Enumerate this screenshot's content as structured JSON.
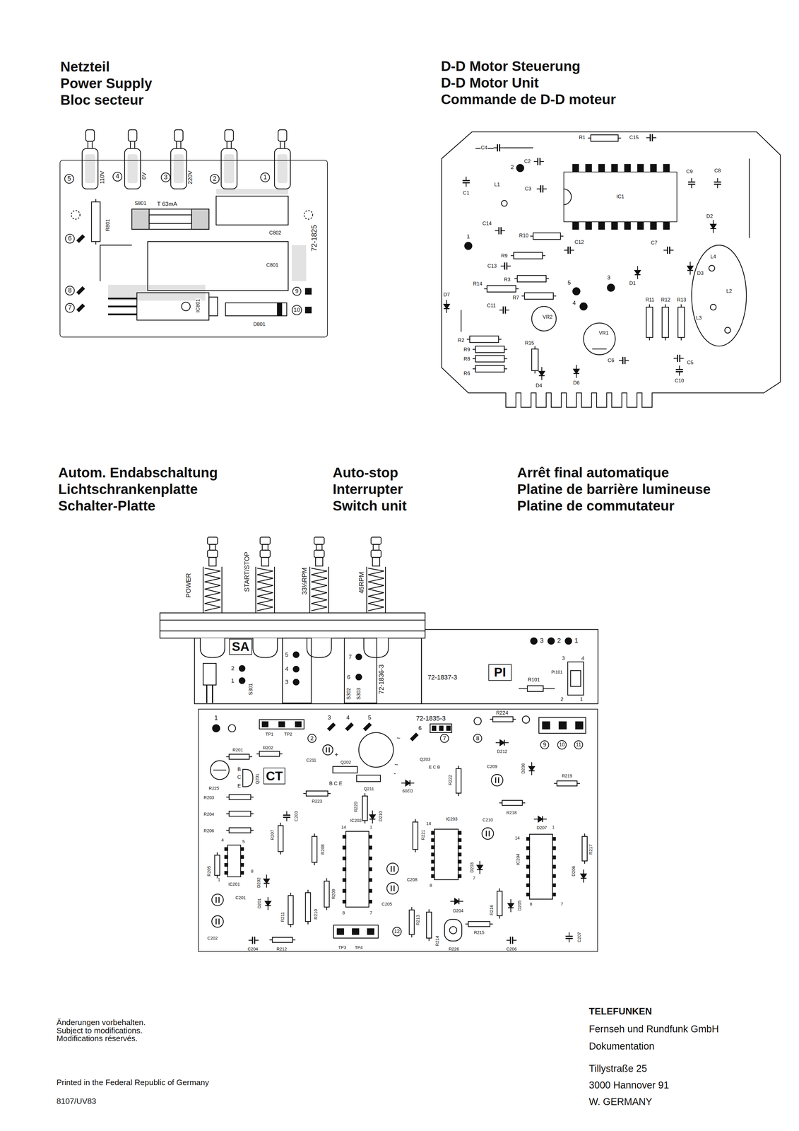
{
  "diagram": {
    "nodes": [
      {
        "text": [
          "Netzteil",
          "Power Supply",
          "Bloc secteur"
        ]
      },
      {
        "text": [
          "D-D Motor Steuerung",
          "D-D Motor Unit",
          "Commande de D-D moteur"
        ]
      },
      {
        "text": [
          "IC1"
        ],
        "in": 1
      },
      {
        "text": [
          "Autom. Endabschaltung",
          "Lichtschrankenplatte",
          "Schalter-Platte",
          "Auto-stop",
          "Interrupter",
          "Switch unit",
          "Arrêt final automatique",
          "Platine de barrière lumineuse",
          "Platine de commutateur"
        ]
      },
      {
        "text": [
          "SA"
        ]
      },
      {
        "text": [
          "PI"
        ]
      },
      {
        "text": [
          "CT"
        ],
        "in": 3
      }
    ],
    "labels": [
      "5",
      "110V",
      "4",
      "0V",
      "3",
      "220V",
      "2",
      "1",
      "R801",
      "S801",
      "T 63mA",
      "C802",
      "72-1825",
      "6",
      "C801",
      "8",
      "9",
      "IC801",
      "7",
      "10",
      "D801",
      "C4",
      "R1",
      "C15",
      "C2",
      "2",
      "C1",
      "L1",
      "C3",
      "C9",
      "C8",
      "C14",
      "1",
      "R10",
      "C12",
      "D2",
      "C7",
      "R9",
      "L4",
      "C13",
      "D3",
      "R3",
      "5",
      "3",
      "D1",
      "R14",
      "L2",
      "D7",
      "R7",
      "4",
      "R11",
      "R12",
      "R13",
      "C11",
      "VR2",
      "L3",
      "VR1",
      "R2",
      "R15",
      "R9",
      "C6",
      "R8",
      "C5",
      "R6",
      "D4",
      "D6",
      "C10",
      "POWER",
      "START/STOP",
      "33⅓RPM",
      "45RPM",
      "3",
      "2",
      "1",
      "5",
      "7",
      "3",
      "4",
      "2",
      "4",
      "PI101",
      "72-1836-3",
      "6",
      "72-1837-3",
      "R101",
      "1",
      "3",
      "S301",
      "S302",
      "S303",
      "2",
      "1",
      "1",
      "3",
      "4",
      "5",
      "72-1835-3",
      "R224",
      "6",
      "TP1",
      "TP2",
      "2",
      "~",
      "7",
      "8",
      "9",
      "10",
      "11",
      "R201",
      "R202",
      "D212",
      "+",
      "C211",
      "Q202",
      "Q203",
      "~",
      "E C B",
      "C209",
      "D208",
      "B",
      "-",
      "R219",
      "C",
      "Q201",
      "R222",
      "B C E",
      "R225",
      "E",
      "Q211",
      "D209",
      "R203",
      "R223",
      "R220",
      "R218",
      "R204",
      "C203",
      "D210",
      "IC202",
      "IC203",
      "C210",
      "14",
      "14",
      "1",
      "D207",
      "1",
      "R206",
      "R207",
      "R221",
      "14",
      "4",
      "5",
      "R208",
      "R217",
      "IC204",
      "D203",
      "R205",
      "D206",
      "8",
      "7",
      "1",
      "C208",
      "IC201",
      "D202",
      "8",
      "R209",
      "C201",
      "D201",
      "C205",
      "8",
      "7",
      "D205",
      "R216",
      "D204",
      "8",
      "7",
      "R210",
      "R211",
      "R213",
      "R215",
      "12",
      "C202",
      "C207",
      "R214",
      "TP3",
      "TP4",
      "C204",
      "R212",
      "R226",
      "C206",
      "Änderungen vorbehalten.",
      "Subject to modifications.",
      "Modifications réservés.",
      "Printed in the Federal Republic of Germany",
      "8107/UV83",
      "TELEFUNKEN",
      "Fernseh und Rundfunk GmbH",
      "Dokumentation",
      "Tillystraße 25",
      "3000 Hannover 91",
      "W. GERMANY"
    ]
  }
}
